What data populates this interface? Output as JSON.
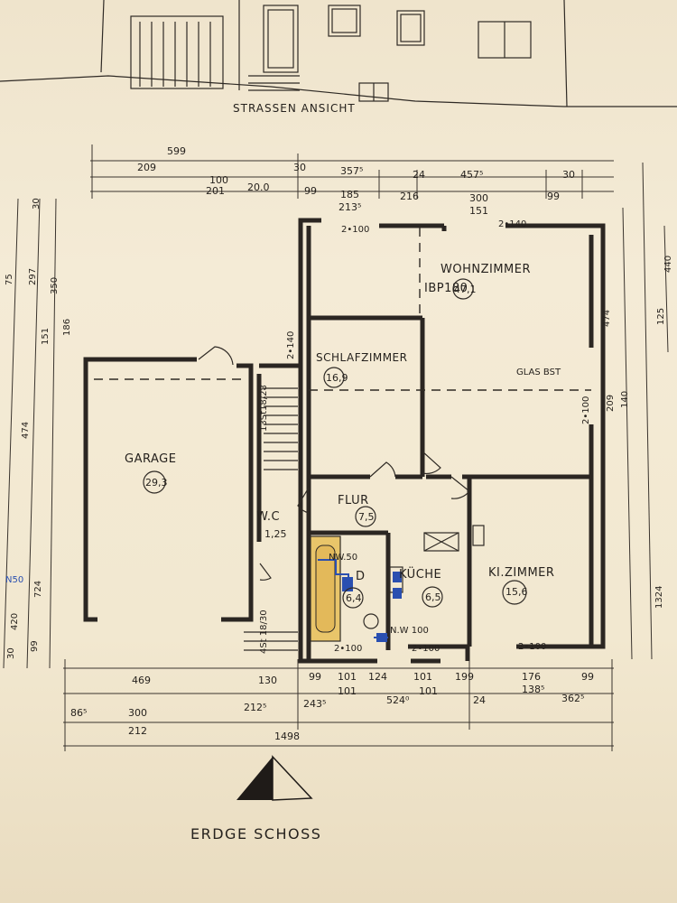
{
  "header": {
    "street_view": "STRASSEN ANSICHT"
  },
  "title": "ERDGE SCHOSS",
  "rooms": {
    "garage": {
      "name": "GARAGE",
      "area": "29,3"
    },
    "wohnzimmer": {
      "name": "WOHNZIMMER",
      "area": "47,1",
      "note": "IBP180"
    },
    "schlafzimmer": {
      "name": "SCHLAFZIMMER",
      "area": "16,9"
    },
    "flur": {
      "name": "FLUR",
      "area": "7,5"
    },
    "wc": {
      "name": "W.C",
      "area": "1,25"
    },
    "bad": {
      "name": "D",
      "area": "6,4"
    },
    "kueche": {
      "name": "KÜCHE",
      "area": "6,5"
    },
    "kinderzimmer": {
      "name": "KI.ZIMMER",
      "area": "15,6"
    }
  },
  "notes": {
    "glas": "GLAS BST",
    "nw50": "NW.50",
    "nw100": "N.W 100",
    "stair": "13St18/28",
    "stair2": "4St 18/30"
  },
  "dims_top": {
    "row1": [
      "599",
      "30",
      "357⁵",
      "24",
      "457⁵",
      "30"
    ],
    "row2": [
      "209",
      "100",
      "201",
      "20.0",
      "99",
      "185",
      "213⁵",
      "216",
      "300",
      "151",
      "99"
    ],
    "openings": [
      "2•100",
      "2•140",
      "2•140",
      "2•100"
    ]
  },
  "dims_bottom": {
    "row1": [
      "469",
      "130",
      "99",
      "101",
      "124",
      "101",
      "199",
      "176",
      "99"
    ],
    "row1b": [
      "101",
      "101",
      "138⁵"
    ],
    "row2": [
      "86⁵",
      "300",
      "212⁵",
      "243⁵",
      "524⁰",
      "24",
      "362⁵"
    ],
    "row2b": [
      "212"
    ],
    "total": "1498",
    "openings": [
      "2•100",
      "2•100",
      "2•100"
    ]
  },
  "dims_left": [
    "30",
    "75",
    "297",
    "350",
    "151",
    "186",
    "474",
    "724",
    "99",
    "30",
    "420",
    "N50"
  ],
  "dims_right": [
    "440",
    "125",
    "474",
    "209",
    "140",
    "1324"
  ]
}
